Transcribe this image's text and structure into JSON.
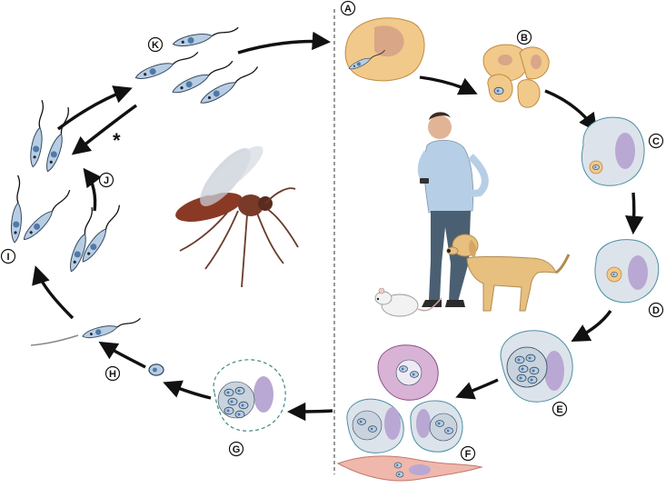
{
  "stage_labels": {
    "A": "A",
    "B": "B",
    "C": "C",
    "D": "D",
    "E": "E",
    "F": "F",
    "G": "G",
    "H": "H",
    "I": "I",
    "J": "J",
    "K": "K"
  },
  "asterisk": "*",
  "colors": {
    "line": "#111111",
    "divider": "#555555",
    "macrophage_fill": "#f1c98a",
    "macrophage_nucleus": "#d9a687",
    "host_cell_fill": "#dde3ea",
    "host_cell_nucleus": "#b9a8d3",
    "parasite_fill": "#b8cde3",
    "parasite_dark": "#4f79a8",
    "sandfly_body": "#8a3a24",
    "infected_membrane": "#3f8a82",
    "purple_cell": "#d9b3d6",
    "fibroblast": "#f0b7ad"
  },
  "icons": [
    "sandfly-icon",
    "person-icon",
    "dog-icon",
    "rat-icon",
    "promastigote-icon",
    "amastigote-icon",
    "macrophage-icon"
  ]
}
